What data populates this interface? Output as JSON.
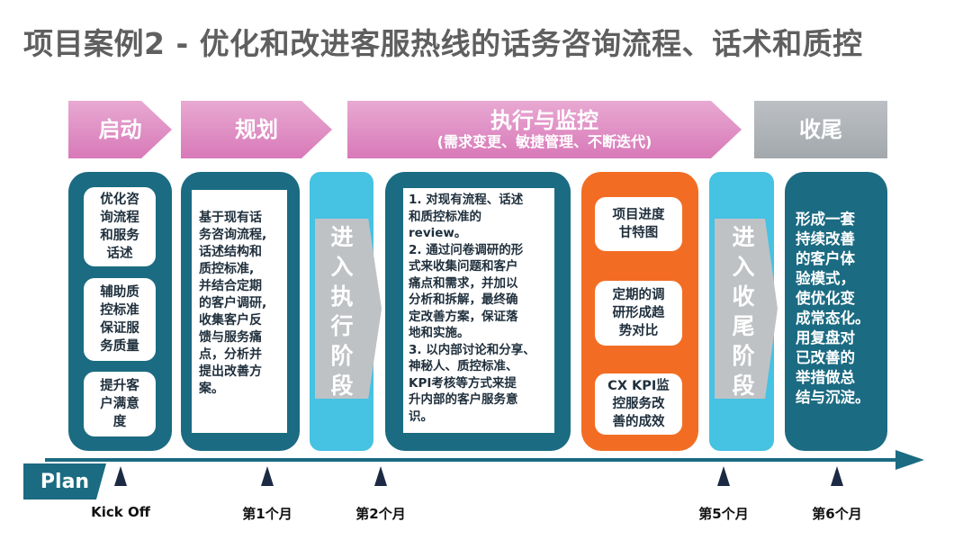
{
  "title": "项目案例2 - 优化和改进客服热线的话务咨询流程、话术和质控",
  "phases": {
    "start": "启动",
    "plan": "规划",
    "execute": "执行与监控",
    "execute_sub": "(需求变更、敏捷管理、不断迭代)",
    "close": "收尾"
  },
  "start_cards": [
    "优化咨\n询流程\n和服务\n话述",
    "辅助质\n控标准\n保证服\n务质量",
    "提升客\n户满意\n度"
  ],
  "plan_text": "基于现有话\n务咨询流程,\n话述结构和\n质控标准,\n并结合定期\n的客户调研,\n收集客户反\n馈与服务痛\n点，分析并\n提出改善方\n案。",
  "enter_exec": "进\n入\n执\n行\n阶\n段",
  "exec_text": "1. 对现有流程、话述\n和质控标准的\nreview。\n2. 通过问卷调研的形\n式来收集问题和客户\n痛点和需求，并加以\n分析和拆解，最终确\n定改善方案，保证落\n地和实施。\n3. 以内部讨论和分享、\n神秘人、质控标准、\nKPI考核等方式来提\n升内部的客户服务意\n识。",
  "monitor_cards": [
    "项目进度\n甘特图",
    "定期的调\n研形成趋\n势对比",
    "CX KPI监\n控服务改\n善的成效"
  ],
  "enter_close": "进\n入\n收\n尾\n阶\n段",
  "close_text": "形成一套\n持续改善\n的客户体\n验模式，\n使优化变\n成常态化。\n用复盘对\n已改善的\n举措做总\n结与沉淀。",
  "timeline": {
    "plan_label": "Plan",
    "ticks": [
      "Kick Off",
      "第1个月",
      "第2个月",
      "第5个月",
      "第6个月"
    ]
  }
}
